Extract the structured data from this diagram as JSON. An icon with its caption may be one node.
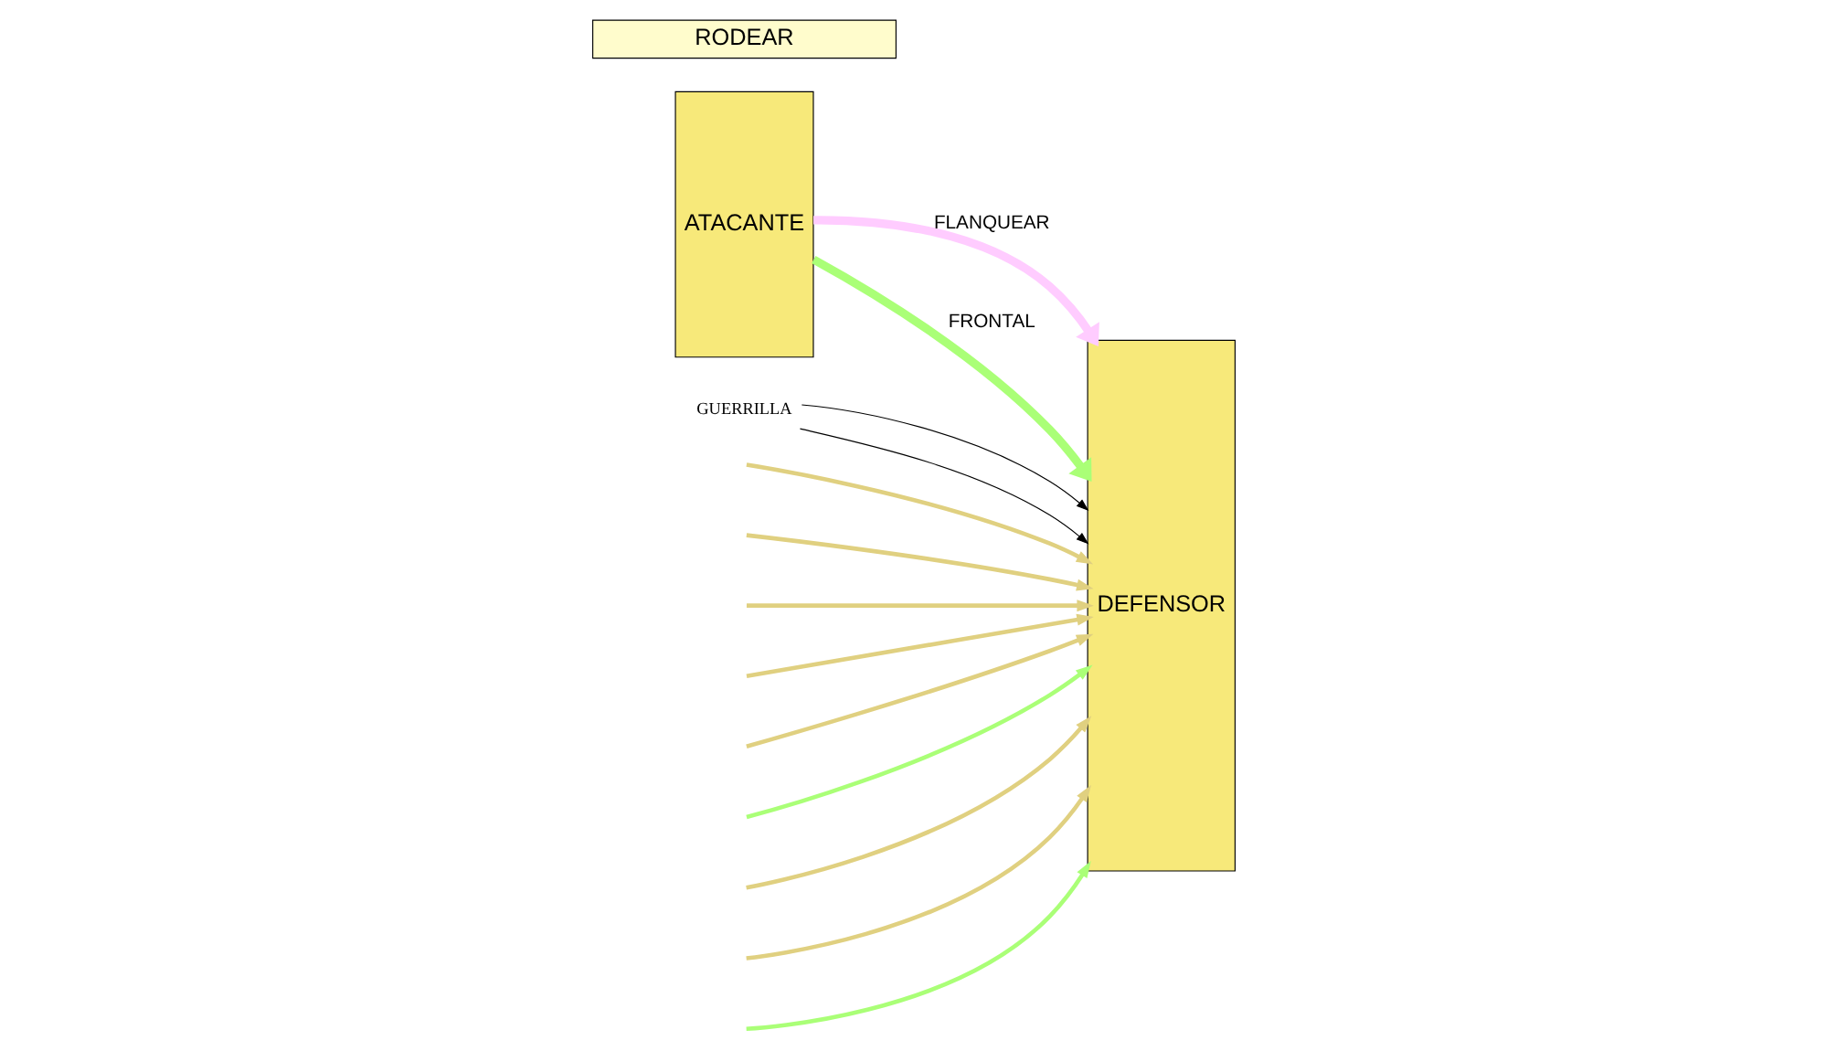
{
  "diagram": {
    "nodes": [
      {
        "text": [
          "ATACANTE"
        ]
      },
      {
        "text": [
          "DEFENSOR"
        ]
      },
      {
        "text": [
          "GUERRILLA"
        ]
      },
      {
        "text": [
          "RODEAR"
        ]
      }
    ],
    "edges": [
      {
        "from": 0,
        "to": 1,
        "arrow": "to",
        "label": "FLANQUEAR",
        "style": "thick",
        "color": "#ffccff"
      },
      {
        "from": null,
        "to": 1,
        "arrow": "to",
        "color": "#aaff77"
      },
      {
        "from": null,
        "to": 1,
        "arrow": "to"
      },
      {
        "from": 0,
        "to": 1,
        "arrow": "to",
        "label": "FRONTAL",
        "style": "thick",
        "color": "#aaff77"
      },
      {
        "from": null,
        "to": 1,
        "arrow": "to"
      },
      {
        "from": null,
        "to": 1,
        "arrow": "to",
        "color": "#aaff77"
      },
      {
        "from": null,
        "to": 1,
        "arrow": "to"
      },
      {
        "from": null,
        "to": 1,
        "arrow": "to"
      },
      {
        "from": null,
        "to": 1,
        "arrow": "to"
      },
      {
        "from": null,
        "to": 1,
        "arrow": "to"
      },
      {
        "from": null,
        "to": 1,
        "arrow": "to"
      },
      {
        "from": 2,
        "to": 1,
        "arrow": "to",
        "color": "#000000"
      },
      {
        "from": 2,
        "to": 1,
        "arrow": "to",
        "color": "#000000"
      }
    ]
  }
}
